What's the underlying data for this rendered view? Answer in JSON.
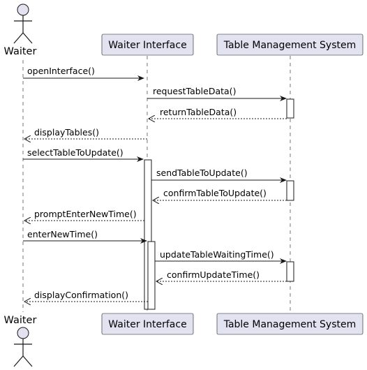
{
  "participants": {
    "waiter": "Waiter",
    "interface": "Waiter Interface",
    "tms": "Table Management System"
  },
  "messages": [
    {
      "label": "openInterface()",
      "from": "waiter",
      "to": "interface",
      "kind": "sync"
    },
    {
      "label": "requestTableData()",
      "from": "interface",
      "to": "tms",
      "kind": "sync"
    },
    {
      "label": "returnTableData()",
      "from": "tms",
      "to": "interface",
      "kind": "return"
    },
    {
      "label": "displayTables()",
      "from": "interface",
      "to": "waiter",
      "kind": "return"
    },
    {
      "label": "selectTableToUpdate()",
      "from": "waiter",
      "to": "interface",
      "kind": "sync"
    },
    {
      "label": "sendTableToUpdate()",
      "from": "interface",
      "to": "tms",
      "kind": "sync"
    },
    {
      "label": "confirmTableToUpdate()",
      "from": "tms",
      "to": "interface",
      "kind": "return"
    },
    {
      "label": "promptEnterNewTime()",
      "from": "interface",
      "to": "waiter",
      "kind": "return"
    },
    {
      "label": "enterNewTime()",
      "from": "waiter",
      "to": "interface",
      "kind": "sync"
    },
    {
      "label": "updateTableWaitingTime()",
      "from": "interface",
      "to": "tms",
      "kind": "sync"
    },
    {
      "label": "confirmUpdateTime()",
      "from": "tms",
      "to": "interface",
      "kind": "return"
    },
    {
      "label": "displayConfirmation()",
      "from": "interface",
      "to": "waiter",
      "kind": "return"
    }
  ]
}
